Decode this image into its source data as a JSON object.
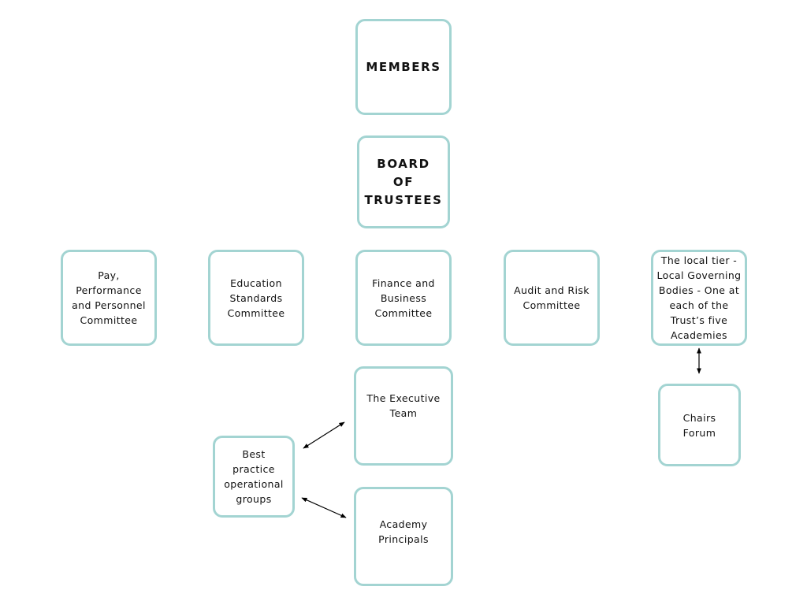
{
  "diagram": {
    "colors": {
      "box_border": "#a3d4d2",
      "arrow": "#000000",
      "background": "#ffffff"
    },
    "nodes": {
      "members": "MEMBERS",
      "board": "BOARD OF\nTRUSTEES",
      "pay": "Pay,\nPerformance\nand Personnel\nCommittee",
      "education": "Education\nStandards\nCommittee",
      "finance": "Finance and\nBusiness\nCommittee",
      "audit": "Audit and Risk\nCommittee",
      "local_tier": "The local tier -\nLocal Governing\nBodies -  One at\neach of the\nTrust’s five\nAcademies",
      "chairs_forum": "Chairs Forum",
      "executive": "The Executive\nTeam",
      "best_practice": "Best practice\noperational\ngroups",
      "principals": "Academy\nPrincipals"
    },
    "connectors": [
      {
        "from": "local_tier",
        "to": "chairs_forum",
        "type": "double-arrow"
      },
      {
        "from": "executive",
        "to": "best_practice",
        "type": "double-arrow"
      },
      {
        "from": "principals",
        "to": "best_practice",
        "type": "double-arrow"
      }
    ]
  }
}
